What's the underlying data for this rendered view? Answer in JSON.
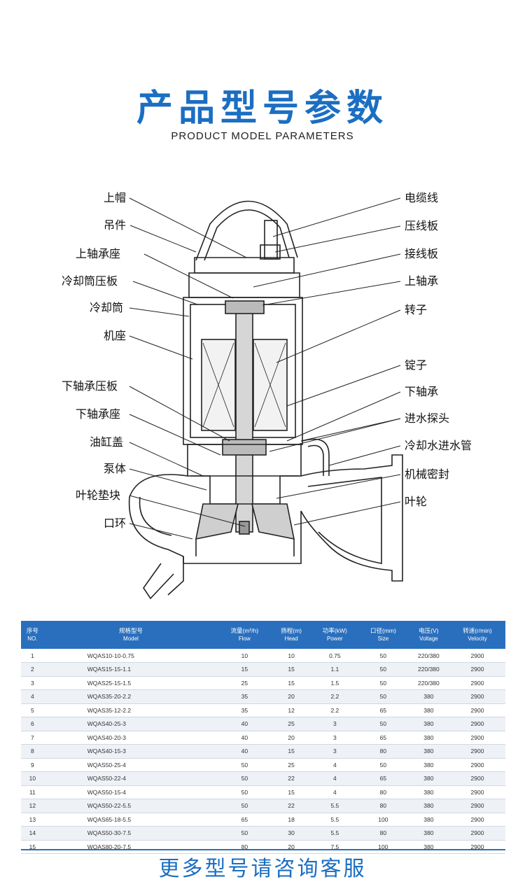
{
  "header": {
    "title_zh": "产品型号参数",
    "title_en": "PRODUCT MODEL PARAMETERS"
  },
  "diagram": {
    "left_labels": [
      "上帽",
      "吊件",
      "上轴承座",
      "冷却筒压板",
      "冷却筒",
      "机座",
      "下轴承压板",
      "下轴承座",
      "油缸盖",
      "泵体",
      "叶轮垫块",
      "口环"
    ],
    "right_labels": [
      "电缆线",
      "压线板",
      "接线板",
      "上轴承",
      "转子",
      "锭子",
      "下轴承",
      "进水探头",
      "冷却水进水管",
      "机械密封",
      "叶轮"
    ]
  },
  "table": {
    "headers": [
      {
        "zh": "序号",
        "en": "NO."
      },
      {
        "zh": "规格型号",
        "en": "Model"
      },
      {
        "zh": "流量(m³/h)",
        "en": "Flow"
      },
      {
        "zh": "扬程(m)",
        "en": "Head"
      },
      {
        "zh": "功率(kW)",
        "en": "Power"
      },
      {
        "zh": "口径(mm)",
        "en": "Size"
      },
      {
        "zh": "电压(V)",
        "en": "Voltage"
      },
      {
        "zh": "转速(r/min)",
        "en": "Velocity"
      }
    ],
    "rows": [
      [
        "1",
        "WQAS10-10-0.75",
        "10",
        "10",
        "0.75",
        "50",
        "220/380",
        "2900"
      ],
      [
        "2",
        "WQAS15-15-1.1",
        "15",
        "15",
        "1.1",
        "50",
        "220/380",
        "2900"
      ],
      [
        "3",
        "WQAS25-15-1.5",
        "25",
        "15",
        "1.5",
        "50",
        "220/380",
        "2900"
      ],
      [
        "4",
        "WQAS35-20-2.2",
        "35",
        "20",
        "2.2",
        "50",
        "380",
        "2900"
      ],
      [
        "5",
        "WQAS35-12-2.2",
        "35",
        "12",
        "2.2",
        "65",
        "380",
        "2900"
      ],
      [
        "6",
        "WQAS40-25-3",
        "40",
        "25",
        "3",
        "50",
        "380",
        "2900"
      ],
      [
        "7",
        "WQAS40-20-3",
        "40",
        "20",
        "3",
        "65",
        "380",
        "2900"
      ],
      [
        "8",
        "WQAS40-15-3",
        "40",
        "15",
        "3",
        "80",
        "380",
        "2900"
      ],
      [
        "9",
        "WQAS50-25-4",
        "50",
        "25",
        "4",
        "50",
        "380",
        "2900"
      ],
      [
        "10",
        "WQAS50-22-4",
        "50",
        "22",
        "4",
        "65",
        "380",
        "2900"
      ],
      [
        "11",
        "WQAS50-15-4",
        "50",
        "15",
        "4",
        "80",
        "380",
        "2900"
      ],
      [
        "12",
        "WQAS50-22-5.5",
        "50",
        "22",
        "5.5",
        "80",
        "380",
        "2900"
      ],
      [
        "13",
        "WQAS65-18-5.5",
        "65",
        "18",
        "5.5",
        "100",
        "380",
        "2900"
      ],
      [
        "14",
        "WQAS50-30-7.5",
        "50",
        "30",
        "5.5",
        "80",
        "380",
        "2900"
      ],
      [
        "15",
        "WQAS80-20-7.5",
        "80",
        "20",
        "7.5",
        "100",
        "380",
        "2900"
      ]
    ]
  },
  "footer": {
    "text": "更多型号请咨询客服"
  },
  "colors": {
    "accent": "#1b6ec2",
    "table_header": "#2a6fbd"
  }
}
